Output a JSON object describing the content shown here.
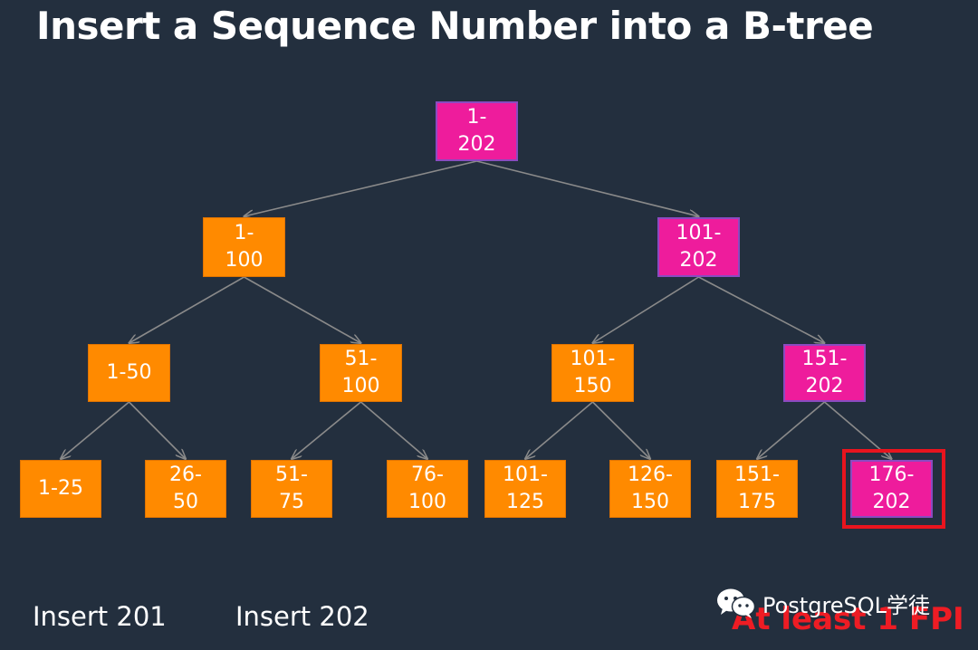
{
  "title": "Insert  a Sequence Number into a B-tree",
  "colors": {
    "background": "#232f3e",
    "orange_node": "#ff8a00",
    "magenta_node": "#ee1c9c",
    "highlight": "#e8141e",
    "edge": "#8a8a8a"
  },
  "nodes": [
    {
      "id": "n1-202",
      "label": "1-\n202",
      "style": "magenta"
    },
    {
      "id": "n1-100",
      "label": "1-\n100",
      "style": "orange"
    },
    {
      "id": "n101-202",
      "label": "101-\n202",
      "style": "magenta"
    },
    {
      "id": "n1-50",
      "label": "1-50",
      "style": "orange"
    },
    {
      "id": "n51-100",
      "label": "51-\n100",
      "style": "orange"
    },
    {
      "id": "n101-150",
      "label": "101-\n150",
      "style": "orange"
    },
    {
      "id": "n151-202",
      "label": "151-\n202",
      "style": "magenta"
    },
    {
      "id": "n1-25",
      "label": "1-25",
      "style": "orange"
    },
    {
      "id": "n26-50",
      "label": "26-\n50",
      "style": "orange"
    },
    {
      "id": "n51-75",
      "label": "51-\n75",
      "style": "orange"
    },
    {
      "id": "n76-100",
      "label": "76-\n100",
      "style": "orange"
    },
    {
      "id": "n101-125",
      "label": "101-\n125",
      "style": "orange"
    },
    {
      "id": "n126-150",
      "label": "126-\n150",
      "style": "orange"
    },
    {
      "id": "n151-175",
      "label": "151-\n175",
      "style": "orange"
    },
    {
      "id": "n176-202",
      "label": "176-\n202",
      "style": "magenta"
    }
  ],
  "edges": [
    [
      "n1-202",
      "n1-100"
    ],
    [
      "n1-202",
      "n101-202"
    ],
    [
      "n1-100",
      "n1-50"
    ],
    [
      "n1-100",
      "n51-100"
    ],
    [
      "n101-202",
      "n101-150"
    ],
    [
      "n101-202",
      "n151-202"
    ],
    [
      "n1-50",
      "n1-25"
    ],
    [
      "n1-50",
      "n26-50"
    ],
    [
      "n51-100",
      "n51-75"
    ],
    [
      "n51-100",
      "n76-100"
    ],
    [
      "n101-150",
      "n101-125"
    ],
    [
      "n101-150",
      "n126-150"
    ],
    [
      "n151-202",
      "n151-175"
    ],
    [
      "n151-202",
      "n176-202"
    ]
  ],
  "highlighted_node": "n176-202",
  "captions": {
    "first": "Insert 201",
    "second": "Insert 202"
  },
  "overlay_text": "At least 1 FPI",
  "watermark": {
    "icon": "wechat-logo-icon",
    "text": "PostgreSQL学徒"
  }
}
